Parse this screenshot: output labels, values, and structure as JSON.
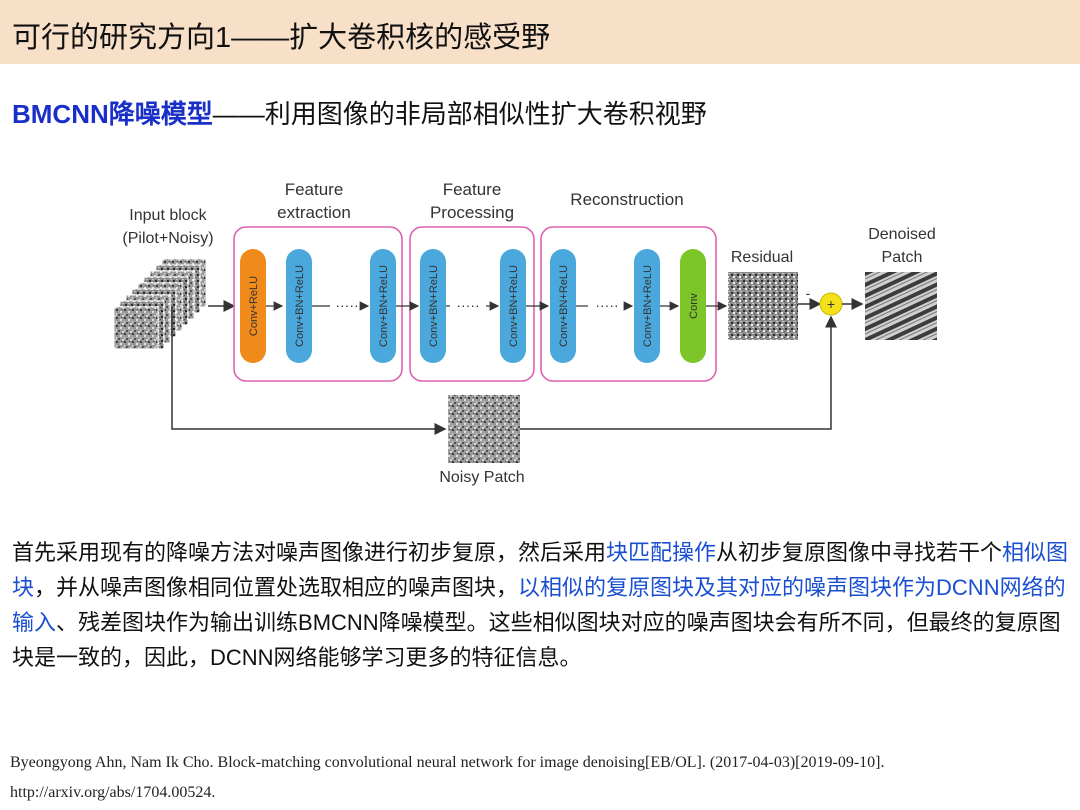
{
  "header": {
    "title": "可行的研究方向1——扩大卷积核的感受野"
  },
  "subtitle": {
    "highlight": "BMCNN降噪模型",
    "rest": "——利用图像的非局部相似性扩大卷积视野"
  },
  "diagram": {
    "input_label_1": "Input block",
    "input_label_2": "(Pilot+Noisy)",
    "stage_feature_1": "Feature",
    "stage_feature_2": "extraction",
    "stage_processing_1": "Feature",
    "stage_processing_2": "Processing",
    "stage_reconstruction": "Reconstruction",
    "layer_conv_relu": "Conv+ReLU",
    "layer_conv_bn_relu": "Conv+BN+ReLU",
    "layer_conv": "Conv",
    "ellipsis": "·····",
    "residual_label": "Residual",
    "minus_sign": "-",
    "plus_sign": "+",
    "output_label_1": "Denoised",
    "output_label_2": "Patch",
    "noisy_label": "Noisy Patch",
    "colors": {
      "orange_layer": "#f08a1a",
      "blue_layer": "#4aa8dc",
      "green_layer": "#7cc62a",
      "stage_border": "#e060b0",
      "adder": "#f3e21a"
    }
  },
  "paragraph": {
    "s1": "首先采用现有的降噪方法对噪声图像进行初步复原，然后采用",
    "s2": "块匹配操作",
    "s3": "从初步复原图像中寻找若干个",
    "s4": "相似图块",
    "s5": "，并从噪声图像相同位置处选取相应的噪声图块，",
    "s6": "以相似的复原图块及其对应的噪声图块作为DCNN网络的输入",
    "s7": "、残差图块作为输出训练BMCNN降噪模型。这些相似图块对应的噪声图块会有所不同，但最终的复原图块是一致的，因此，DCNN网络能够学习更多的特征信息。"
  },
  "reference": {
    "line1": "Byeongyong Ahn, Nam Ik Cho. Block-matching convolutional neural network for image denoising[EB/OL]. (2017-04-03)[2019-09-10].",
    "line2": "http://arxiv.org/abs/1704.00524."
  }
}
